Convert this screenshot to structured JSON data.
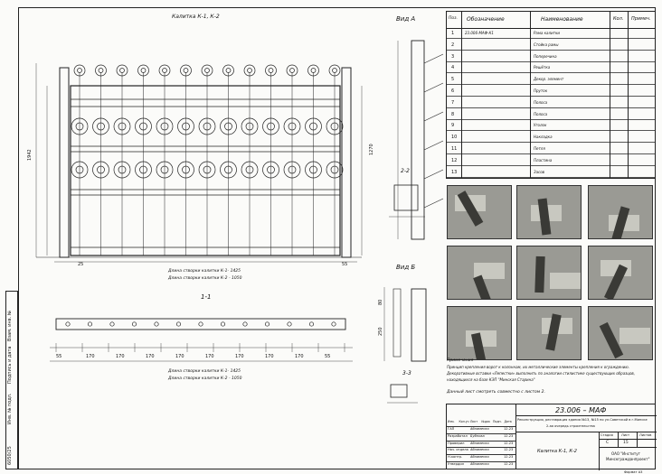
{
  "document": {
    "main_title": "Калитка К-1, К-2",
    "view_a": "Вид А",
    "view_b": "Вид Б",
    "section_11": "1-1",
    "section_22": "2-2",
    "section_33": "3-3"
  },
  "elevation": {
    "caption_k1": "Длина створки калитки К-1- 1425",
    "caption_k2": "Длина створки калитки К-2 - 1050",
    "caption2_k1": "Длина створки калитки К-1- 1425",
    "caption2_k2": "Длина створки калитки К-2 - 1050",
    "dim_height_left": "1942",
    "dim_height_right": "1270",
    "dim_25": "25",
    "dim_55": "55",
    "dim_b_top": "80",
    "dim_b_bottom": "250"
  },
  "section_dims": [
    "55",
    "170",
    "170",
    "170",
    "170",
    "170",
    "170",
    "170",
    "170",
    "55"
  ],
  "spec_table": {
    "headers": [
      "Поз.",
      "Обозначение",
      "Наименование",
      "Кол.",
      "Примеч."
    ],
    "rows": [
      {
        "pos": "1",
        "code": "23.006-МАФ-К1",
        "name": "Рама калитки"
      },
      {
        "pos": "2",
        "code": "",
        "name": "Стойка рамы"
      },
      {
        "pos": "3",
        "code": "",
        "name": "Поперечина"
      },
      {
        "pos": "4",
        "code": "",
        "name": "Решётка"
      },
      {
        "pos": "5",
        "code": "",
        "name": "Декор. элемент"
      },
      {
        "pos": "6",
        "code": "",
        "name": "Пруток"
      },
      {
        "pos": "7",
        "code": "",
        "name": "Полоса"
      },
      {
        "pos": "8",
        "code": "",
        "name": "Полоса"
      },
      {
        "pos": "9",
        "code": "",
        "name": "Уголок"
      },
      {
        "pos": "10",
        "code": "",
        "name": "Накладка"
      },
      {
        "pos": "11",
        "code": "",
        "name": "Петля"
      },
      {
        "pos": "12",
        "code": "",
        "name": "Пластина"
      },
      {
        "pos": "13",
        "code": "",
        "name": "Засов"
      }
    ]
  },
  "notes": {
    "heading": "Примечания",
    "line1": "Принцип крепления ворот к колоннам, их металлические элементы крепления к ограждению.",
    "line2": "Декоративные вставки «Лепестки» выполнить по аналогии стилистике существующих образцов,",
    "line3": "находящихся на базе КЭП \"Минская Старина\"",
    "line4": "Данный лист смотреть совместно с листом 2."
  },
  "stamp": {
    "code": "23.006 – МАФ",
    "project": "Реконструкция, реставрация здания №13, №15 по ул.Советской в г.Минске",
    "project2": "2-ая очередь строительства",
    "sheet_title": "Калитка К-1, К-2",
    "stage_header": "Стадия",
    "sheet_header": "Лист",
    "sheets_header": "Листов",
    "stage": "С",
    "sheet_no": "15",
    "org": "ОАО \"Институт",
    "org2": "Минскгражданпроект\"",
    "format": "Формат А3",
    "col_headers": [
      "Изм.",
      "Кол.уч",
      "Лист",
      "№док",
      "Подп.",
      "Дата"
    ],
    "roles": [
      {
        "role": "ГАП",
        "name": "Абламенко",
        "date": "12.23"
      },
      {
        "role": "Разработал",
        "name": "Бубнова",
        "date": "12.23"
      },
      {
        "role": "Проверил",
        "name": "Абламенко",
        "date": "12.23"
      },
      {
        "role": "Нач. отдела",
        "name": "Абламенко",
        "date": "12.23"
      },
      {
        "role": "Н.контр.",
        "name": "Абламенко",
        "date": "12.23"
      },
      {
        "role": "Утвердил",
        "name": "Абламенко",
        "date": "12.23"
      }
    ]
  },
  "side_stamp": {
    "inv": "Инв. № подл.",
    "sign": "Подпись и дата",
    "inv2": "Взам. инв. №",
    "num": "6050/25"
  }
}
